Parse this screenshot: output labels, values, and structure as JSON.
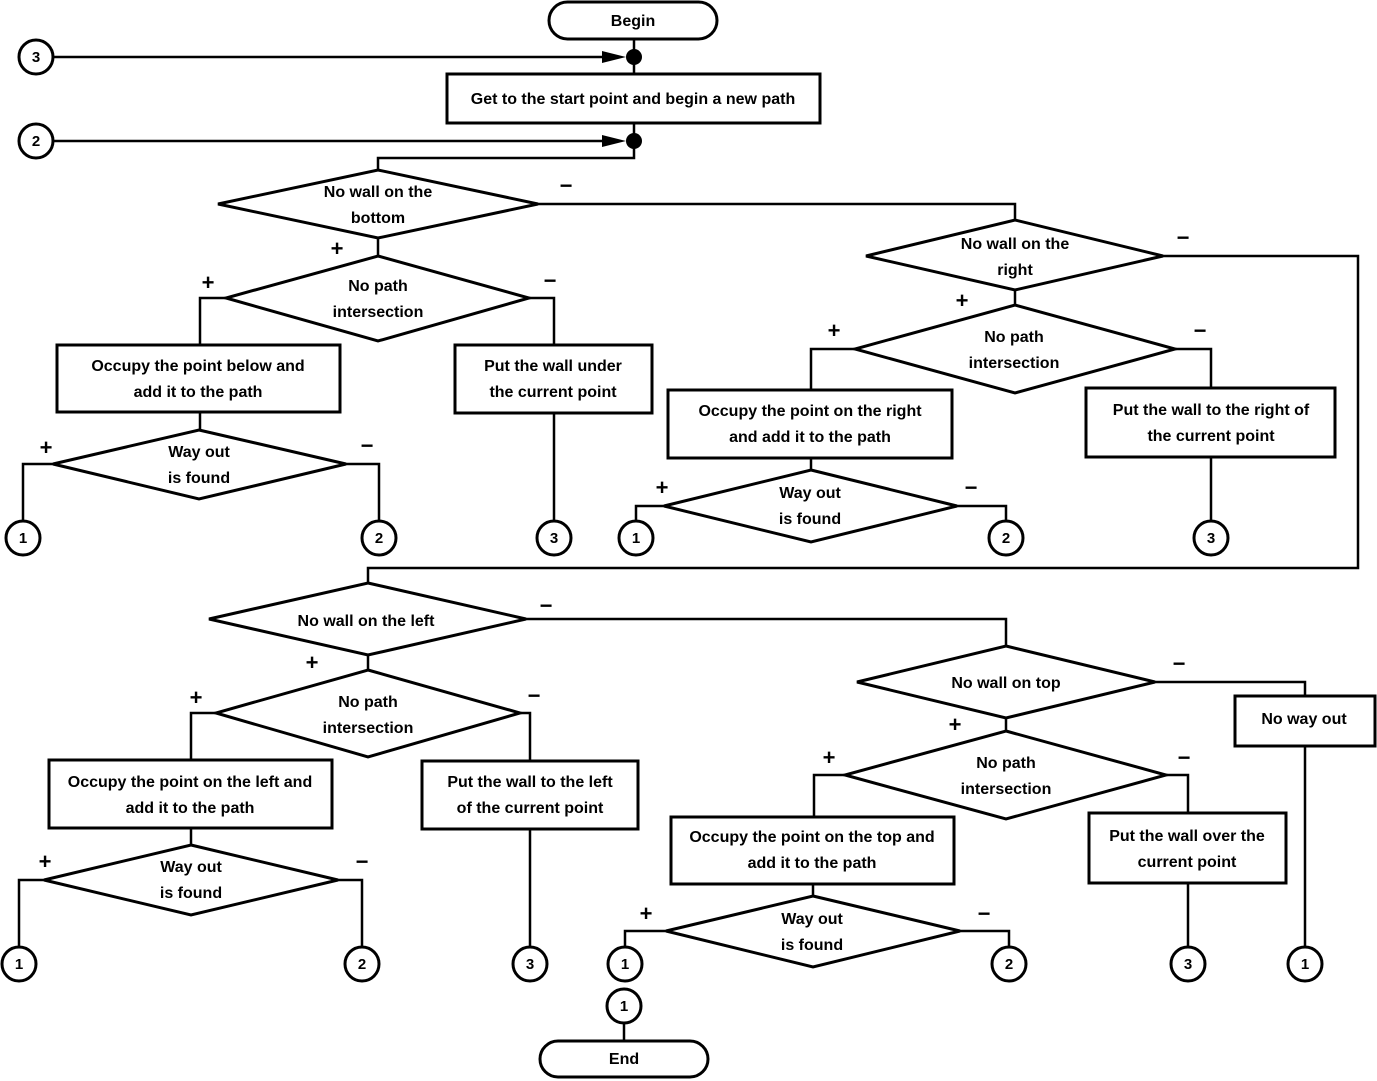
{
  "flowchart": {
    "begin": "Begin",
    "end": "End",
    "start_step": "Get to the start point and begin a new path",
    "yes_sign": "+",
    "no_sign": "−",
    "connector_labels": {
      "c1": "1",
      "c2": "2",
      "c3": "3"
    },
    "bottom_branch": {
      "decision": [
        "No wall on the",
        "bottom"
      ],
      "path_check": [
        "No path",
        "intersection"
      ],
      "occupy": [
        "Occupy the point below and",
        "add it to the path"
      ],
      "wall": [
        "Put the wall under",
        "the current point"
      ],
      "way_out": [
        "Way out",
        "is found"
      ]
    },
    "right_branch": {
      "decision": [
        "No wall on the",
        "right"
      ],
      "path_check": [
        "No path",
        "intersection"
      ],
      "occupy": [
        "Occupy the point on the right",
        "and add it to the path"
      ],
      "wall": [
        "Put the wall to the right of",
        "the current point"
      ],
      "way_out": [
        "Way out",
        "is found"
      ]
    },
    "left_branch": {
      "decision": [
        "No wall on the left"
      ],
      "path_check": [
        "No path",
        "intersection"
      ],
      "occupy": [
        "Occupy the point on the left and",
        "add it to the path"
      ],
      "wall": [
        "Put the wall to the left",
        "of the current point"
      ],
      "way_out": [
        "Way out",
        "is found"
      ]
    },
    "top_branch": {
      "decision": [
        "No wall on top"
      ],
      "path_check": [
        "No path",
        "intersection"
      ],
      "occupy": [
        "Occupy the point on the top and",
        "add it to the path"
      ],
      "wall": [
        "Put the wall over the",
        "current point"
      ],
      "way_out": [
        "Way out",
        "is found"
      ]
    },
    "no_way_out": "No way out"
  }
}
